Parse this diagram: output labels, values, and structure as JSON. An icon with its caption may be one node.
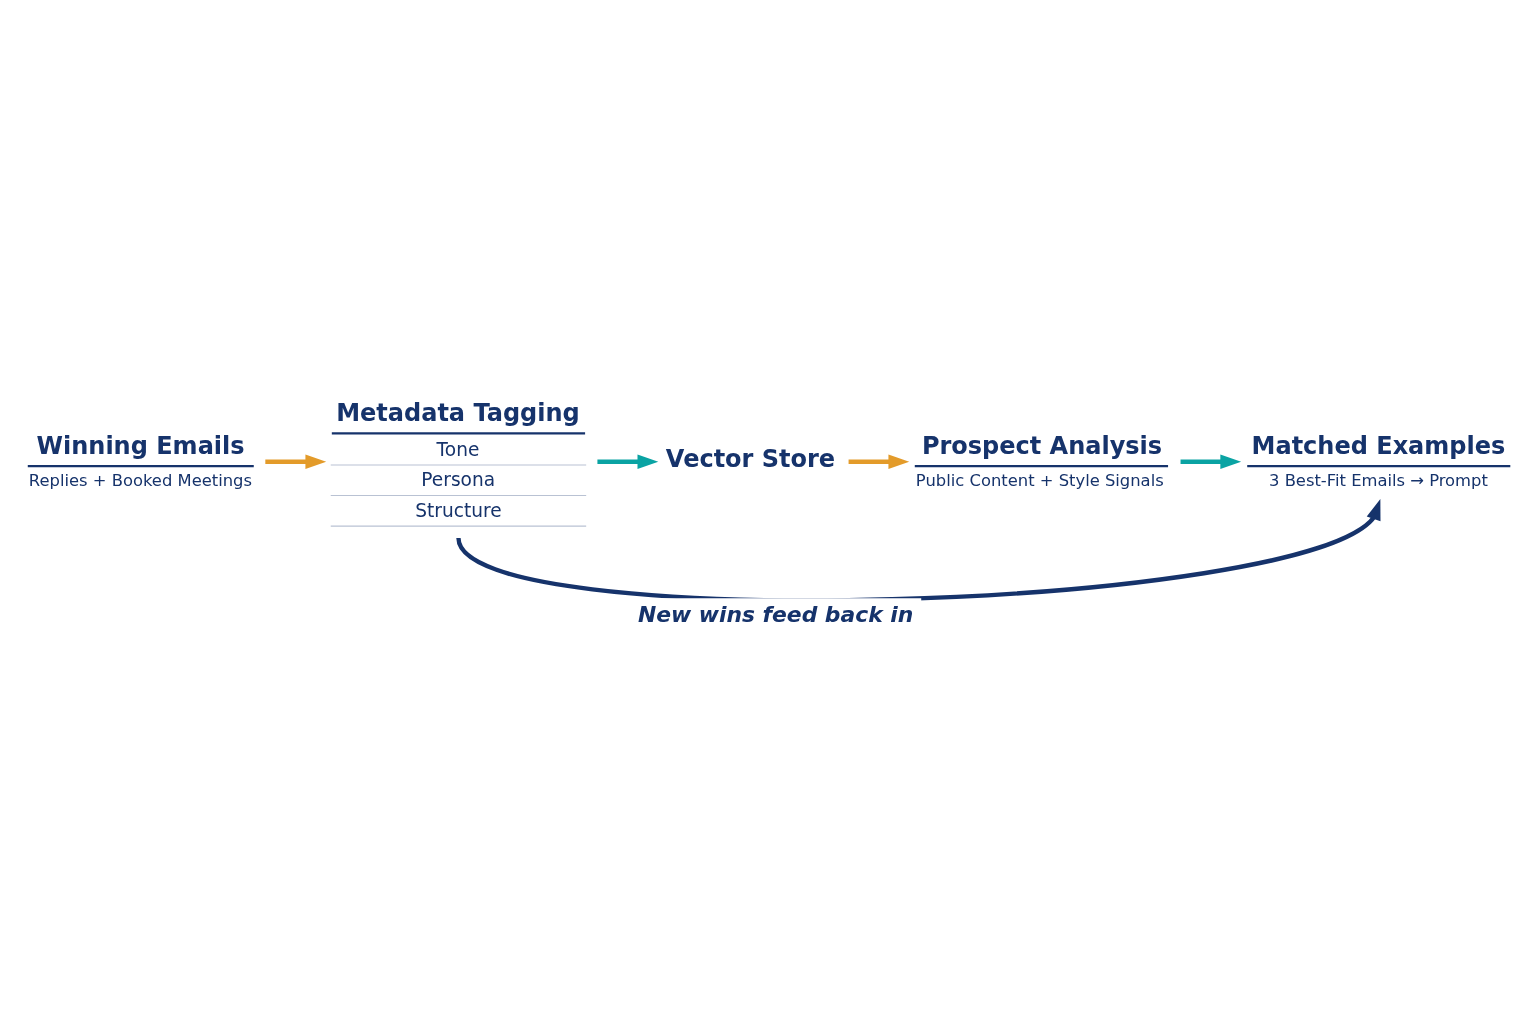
{
  "diagram": {
    "nodes": [
      {
        "text": [
          "Winning Emails",
          "Replies + Booked Meetings"
        ]
      },
      {
        "text": [
          "Metadata Tagging",
          "Tone",
          "Persona",
          "Structure"
        ]
      },
      {
        "text": [
          "Vector Store"
        ]
      },
      {
        "text": [
          "Prospect Analysis",
          "Public Content + Style Signals"
        ]
      },
      {
        "text": [
          "Matched Examples",
          "3 Best-Fit Emails → Prompt"
        ]
      }
    ],
    "edges": [
      {
        "from": 0,
        "to": 1,
        "arrow": "to",
        "color": "#e39b2a"
      },
      {
        "from": 1,
        "to": 2,
        "arrow": "to",
        "color": "#0aa3a3"
      },
      {
        "from": 2,
        "to": 3,
        "arrow": "to",
        "color": "#e39b2a"
      },
      {
        "from": 3,
        "to": 4,
        "arrow": "to",
        "color": "#0aa3a3"
      },
      {
        "from": 1,
        "to": 4,
        "arrow": "to",
        "label": "New wins feed back in",
        "color": "#16336b"
      }
    ]
  }
}
